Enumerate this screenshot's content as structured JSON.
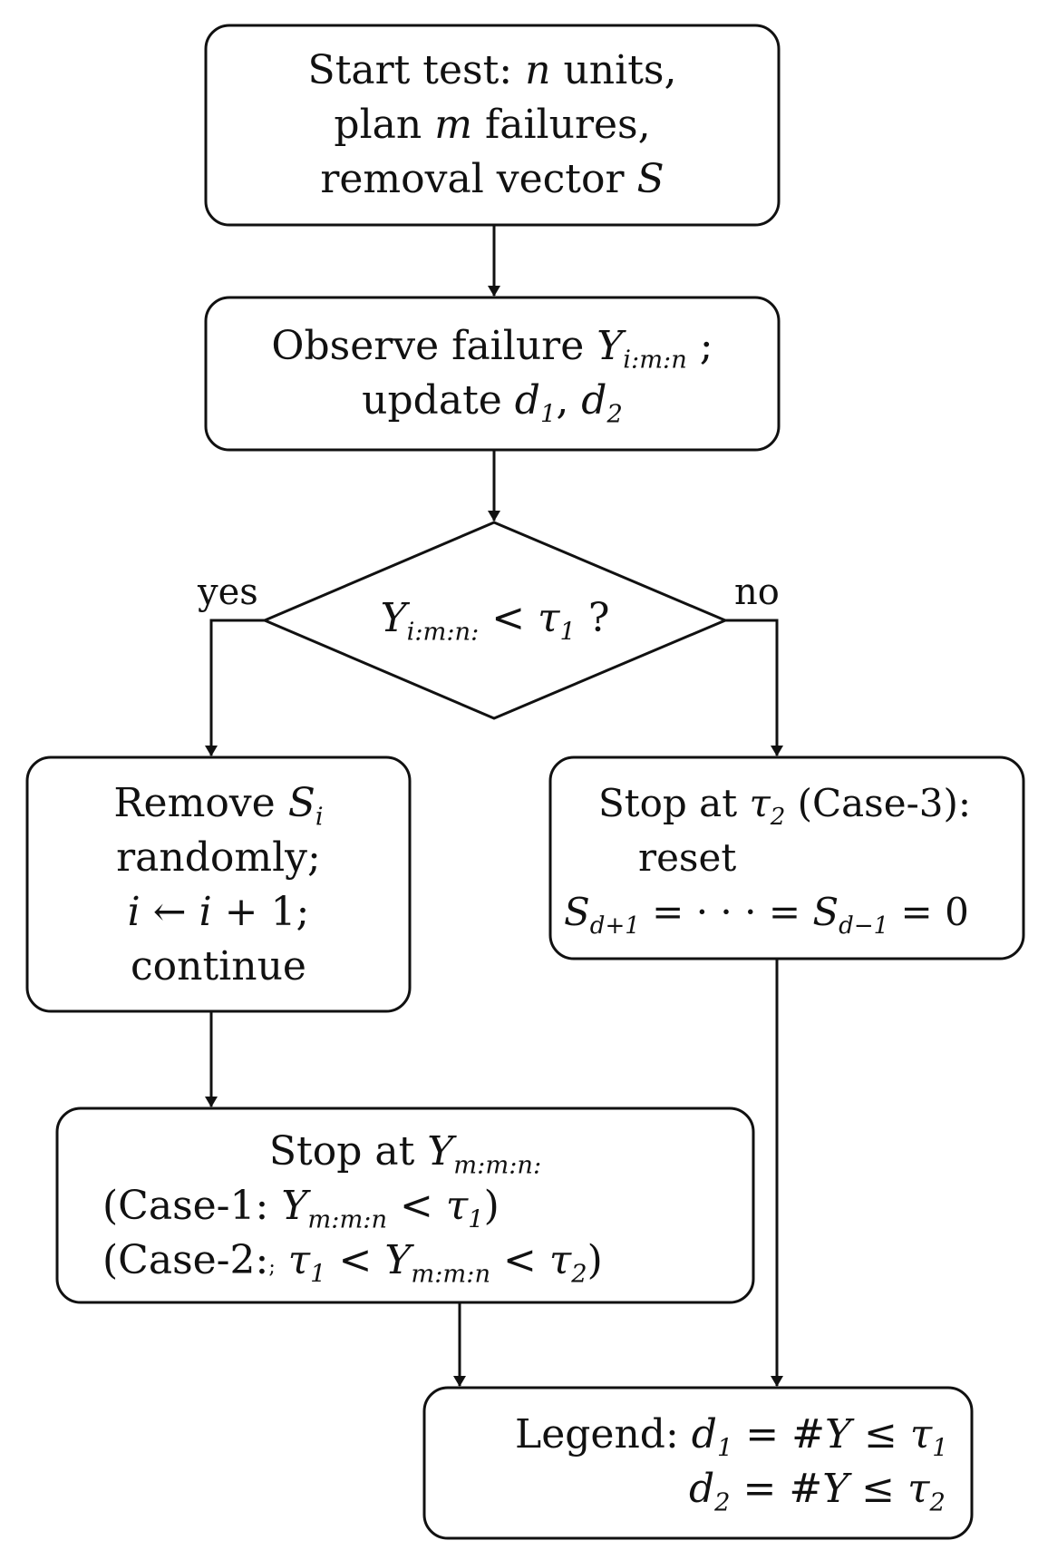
{
  "nodes": {
    "start": {
      "line1": {
        "pre": "Start test: ",
        "var": "n",
        "post": " units,"
      },
      "line2": {
        "pre": "plan ",
        "var": "m",
        "post": " failures,"
      },
      "line3": {
        "pre": "removal vector ",
        "var": "S"
      }
    },
    "observe": {
      "line1": {
        "pre": "Observe failure ",
        "var": "Y",
        "sub": "i:m:n",
        "post": " ;"
      },
      "line2": {
        "pre": "update ",
        "v1": "d",
        "s1": "1",
        "sep": ", ",
        "v2": "d",
        "s2": "2"
      }
    },
    "decision": {
      "var": "Y",
      "sub": "i:m:n:",
      "op": " < ",
      "tau": "τ",
      "tau_sub": "1",
      "q": " ?"
    },
    "remove": {
      "line1": {
        "pre": "Remove ",
        "var": "S",
        "sub": "i"
      },
      "line2": "randomly;",
      "line3": {
        "v": "i",
        "arrow": " ← ",
        "v2": "i",
        "rest": " + 1;"
      },
      "line4": "continue"
    },
    "stop_tau2": {
      "line1": {
        "pre": "Stop at ",
        "tau": "τ",
        "tau_sub": "2",
        "post": " (Case-3):"
      },
      "line2": "reset",
      "line3": {
        "v1": "S",
        "s1": "d+1",
        "mid": " = · · · = ",
        "v2": "S",
        "s2": "d−1",
        "end": " = 0"
      }
    },
    "stop_ym": {
      "line1": {
        "pre": "Stop at ",
        "var": "Y",
        "sub": "m:m:n:"
      },
      "line2": {
        "pre": "(Case-1: ",
        "var": "Y",
        "sub": "m:m:n",
        "op": " < ",
        "tau": "τ",
        "tau_sub": "1",
        "post": ")"
      },
      "line3": {
        "pre": "(Case-2:",
        "mark": ";",
        "tau": " τ",
        "tau_sub": "1",
        "op": " < ",
        "var": "Y",
        "sub": "m:m:n",
        "op2": " < ",
        "tau2": "τ",
        "tau2_sub": "2",
        "post": ")"
      }
    },
    "legend": {
      "line1": {
        "pre": "Legend: ",
        "v": "d",
        "s": "1",
        "eq": " = #",
        "y": "Y",
        "le": " ≤ ",
        "tau": "τ",
        "tau_sub": "1"
      },
      "line2": {
        "v": "d",
        "s": "2",
        "eq": " = #",
        "y": "Y",
        "le": " ≤ ",
        "tau": "τ",
        "tau_sub": "2"
      }
    }
  },
  "edge_labels": {
    "yes": "yes",
    "no": "no"
  }
}
